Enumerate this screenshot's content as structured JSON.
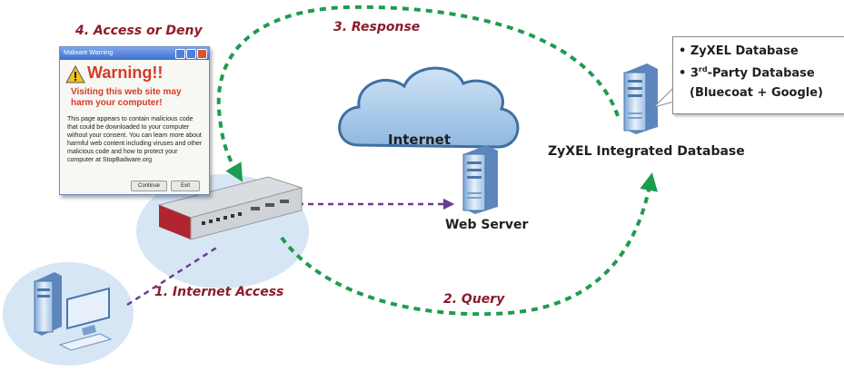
{
  "labels": {
    "step1": "1. Internet Access",
    "step2": "2. Query",
    "step3": "3. Response",
    "step4": "4. Access or Deny",
    "internet": "Internet",
    "web_server": "Web Server",
    "database": "ZyXEL Integrated Database"
  },
  "callout": {
    "line1": "ZyXEL Database",
    "line2_base": "3",
    "line2_sup": "rd",
    "line2_rest": "-Party Database",
    "line3": "(Bluecoat + Google)"
  },
  "warning_window": {
    "title": "Malware Warning",
    "heading": "Warning!!",
    "subheading": "Visiting this web site may harm your computer!",
    "body": "This page appears to contain malicious code that could be downloaded to your computer without your consent. You can learn more about harmful web content including viruses and other malicious code and how to protect your computer at StopBadware.org",
    "continue_label": "Continue",
    "exit_label": "Exit"
  },
  "colors": {
    "step_label": "#8b1c2c",
    "green_arrow": "#1d9c4e",
    "purple_arrow": "#6b3a96",
    "cloud_fill": "#a9cbe8",
    "ellipse_fill": "#d6e6f5"
  }
}
